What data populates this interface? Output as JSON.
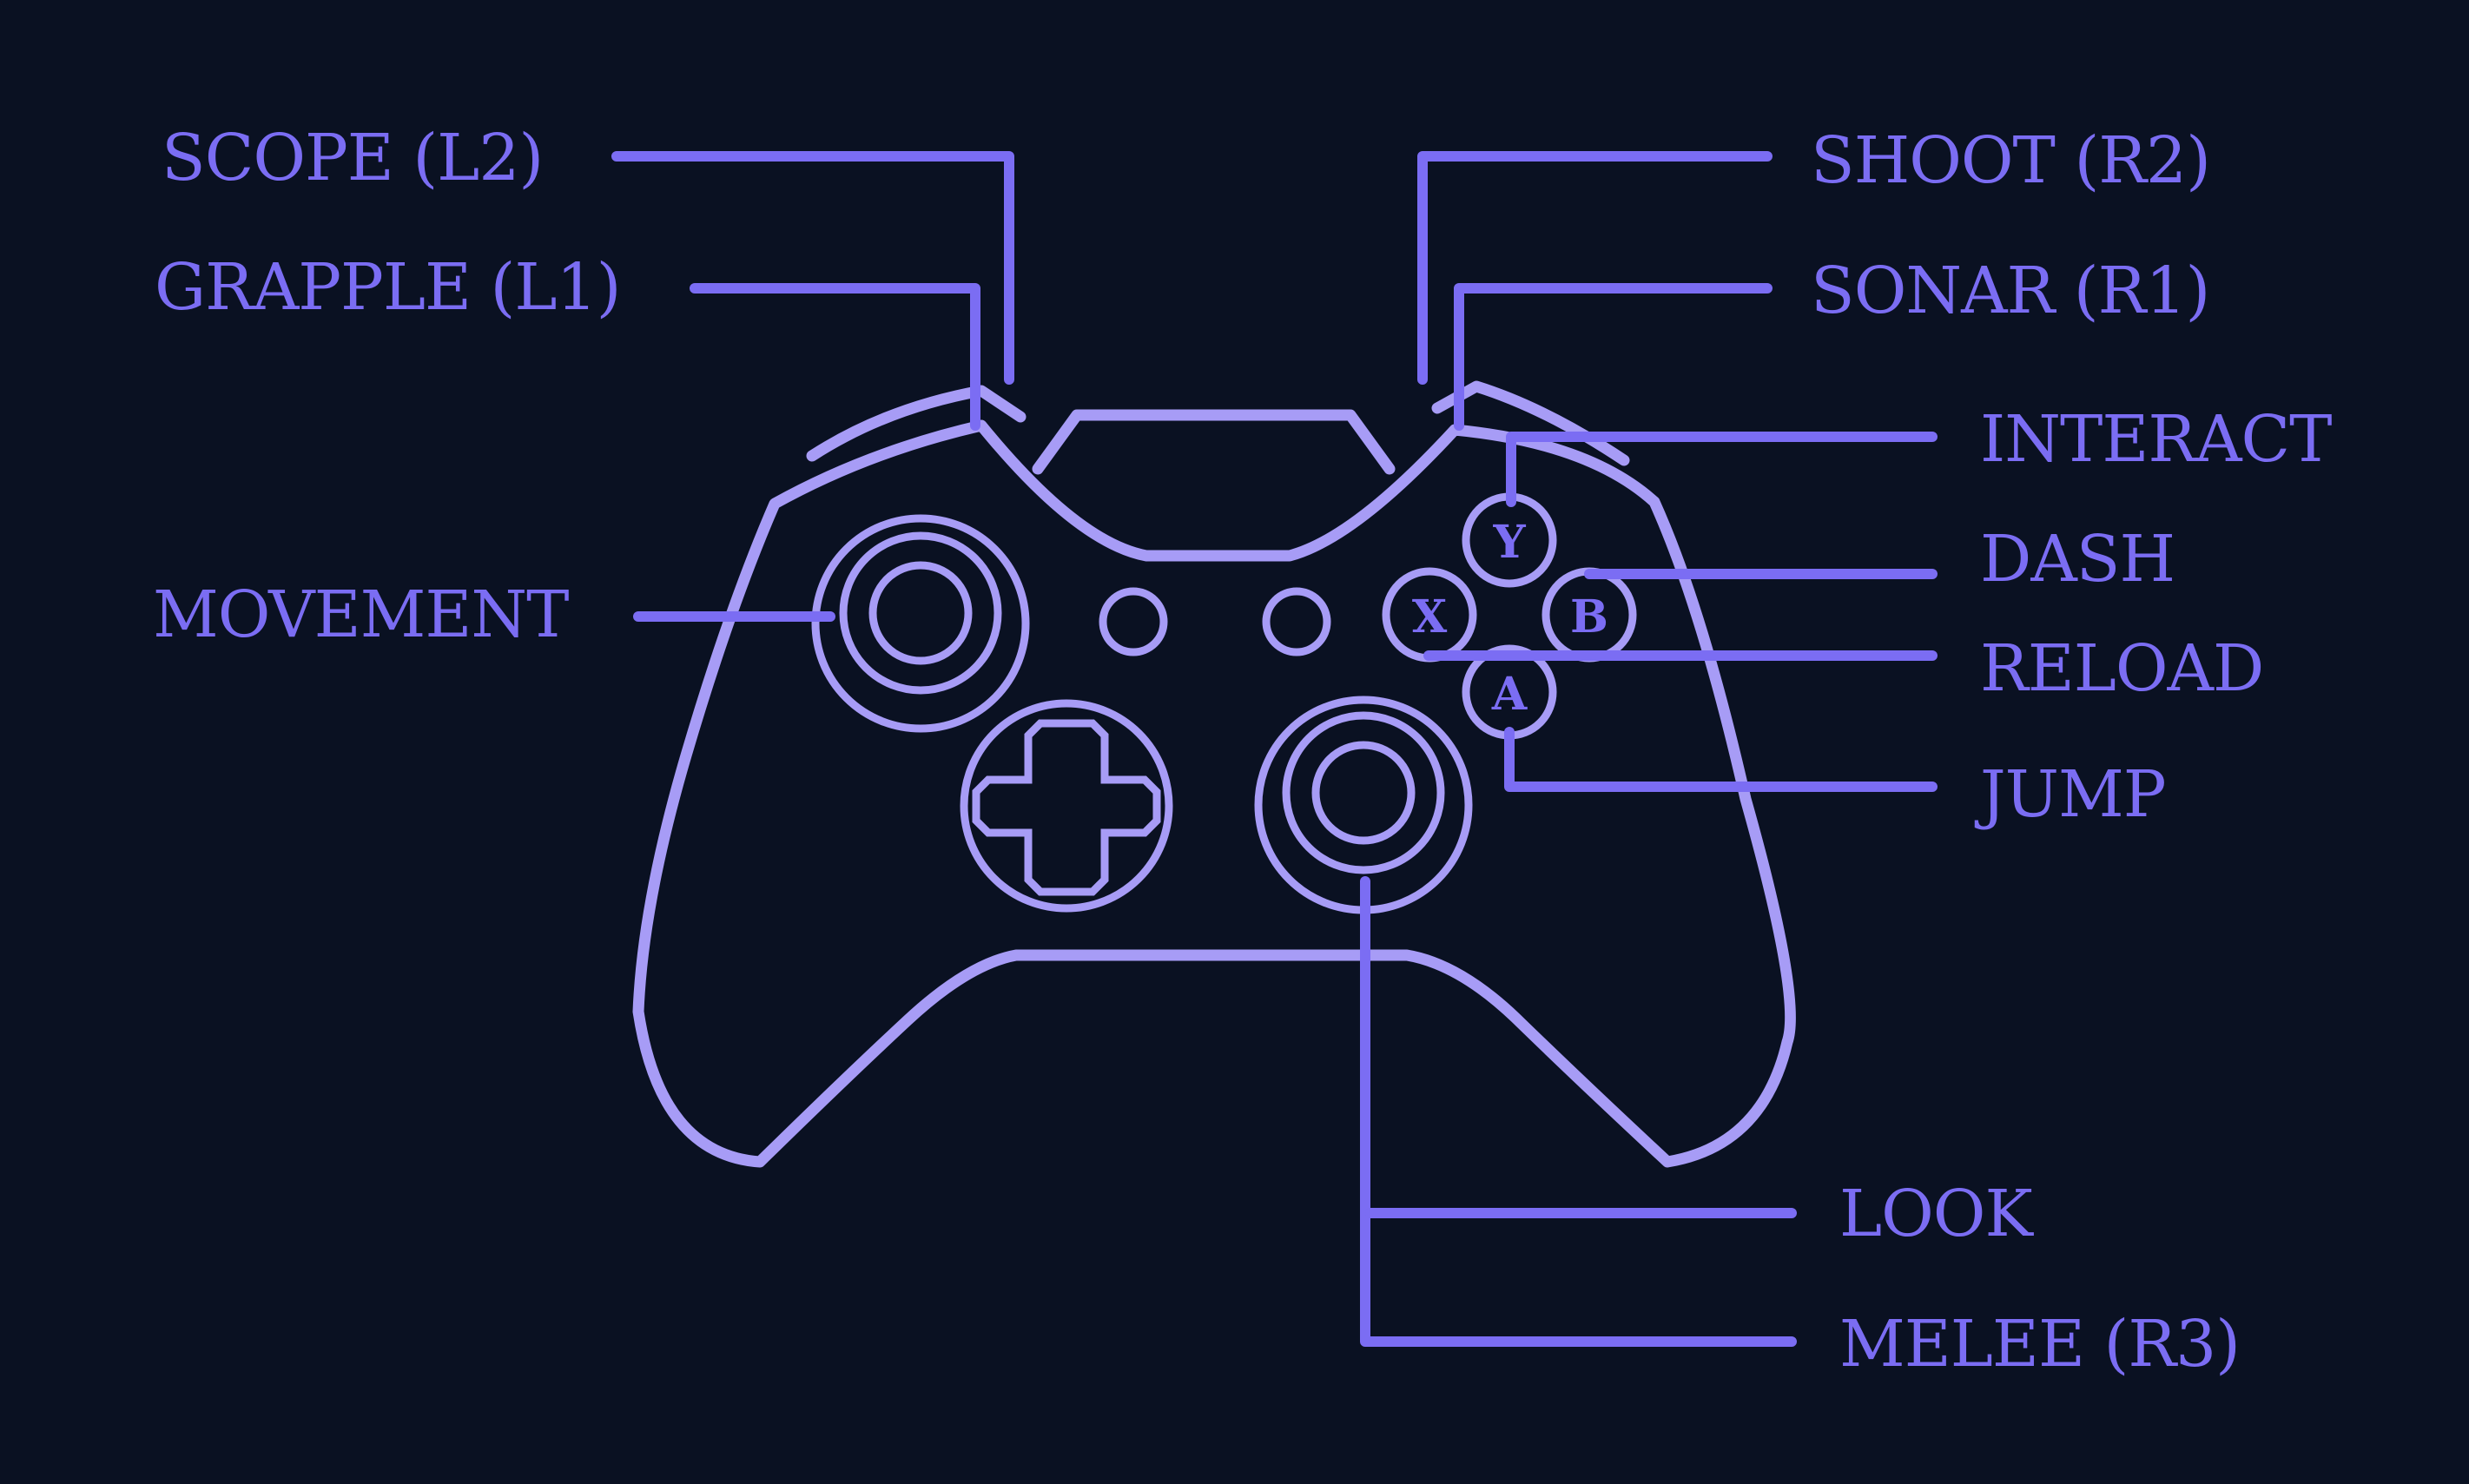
{
  "colors": {
    "background": "#0a1122",
    "controller_outline": "#a79cf6",
    "label_and_leader": "#7b6df3"
  },
  "labels": {
    "scope": "SCOPE (L2)",
    "grapple": "GRAPPLE (L1)",
    "movement": "MOVEMENT",
    "shoot": "SHOOT (R2)",
    "sonar": "SONAR (R1)",
    "interact": "INTERACT",
    "dash": "DASH",
    "reload": "RELOAD",
    "jump": "JUMP",
    "look": "LOOK",
    "melee": "MELEE (R3)"
  },
  "face_buttons": {
    "y": "Y",
    "x": "X",
    "b": "B",
    "a": "A"
  }
}
